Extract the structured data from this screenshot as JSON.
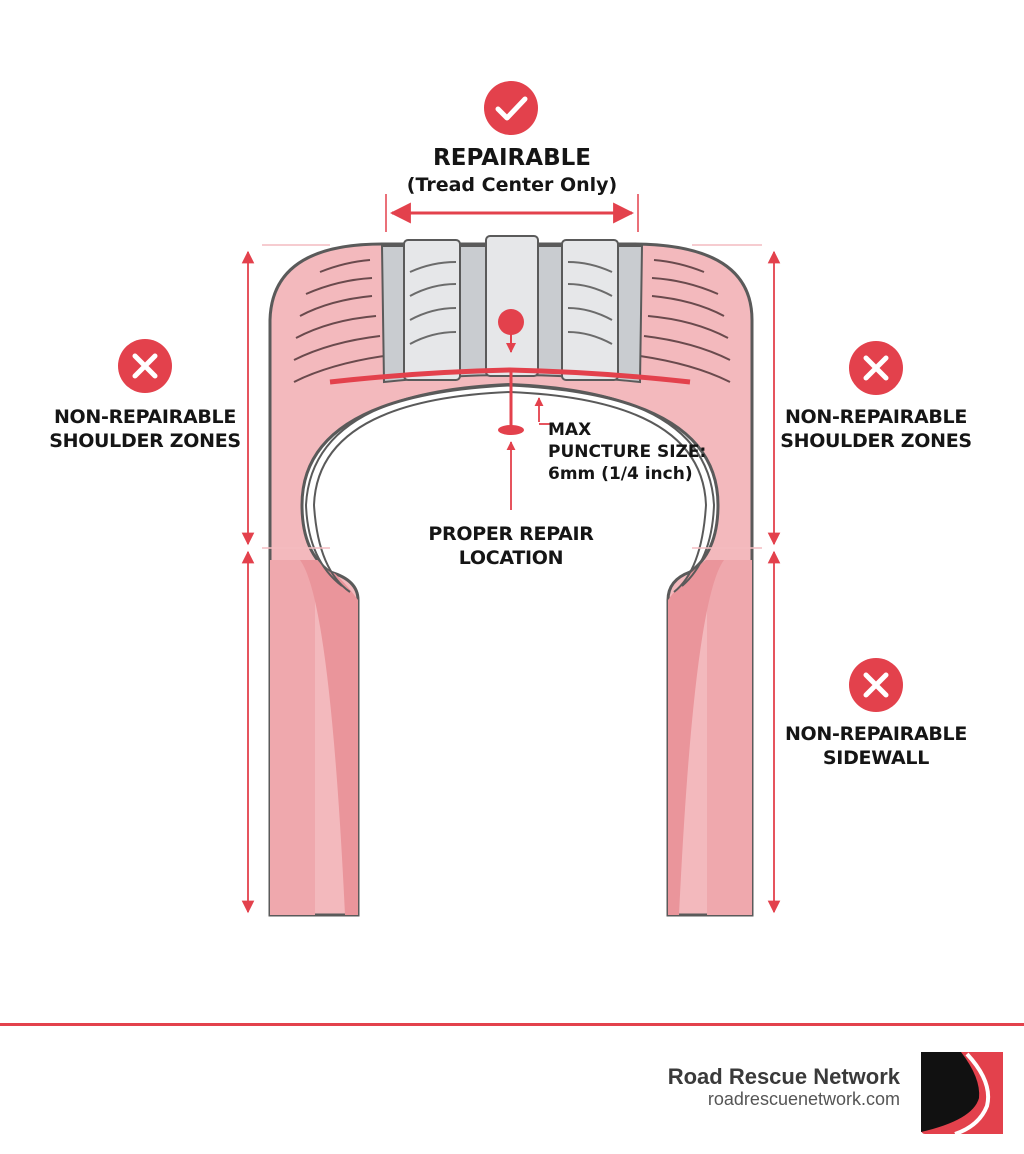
{
  "repairable": {
    "title": "REPAIRABLE",
    "subtitle": "(Tread Center Only)",
    "icon": "check-circle-icon"
  },
  "shoulder_left": {
    "line1": "NON-REPAIRABLE",
    "line2": "SHOULDER ZONES",
    "icon": "x-circle-icon"
  },
  "shoulder_right": {
    "line1": "NON-REPAIRABLE",
    "line2": "SHOULDER ZONES",
    "icon": "x-circle-icon"
  },
  "sidewall": {
    "line1": "NON-REPAIRABLE",
    "line2": "SIDEWALL",
    "icon": "x-circle-icon"
  },
  "puncture": {
    "line1": "MAX",
    "line2": "PUNCTURE SIZE:",
    "line3": "6mm (1/4 inch)"
  },
  "repair_location": {
    "line1": "PROPER REPAIR",
    "line2": "LOCATION"
  },
  "brand": {
    "name": "Road Rescue Network",
    "url": "roadrescuenetwork.com",
    "logo": "road-rescue-logo-icon"
  },
  "colors": {
    "accent_red": "#e3414c",
    "zone_pink": "#f3b3b7",
    "tread_gray": "#d4d6d9",
    "outline": "#5a5a5a"
  }
}
